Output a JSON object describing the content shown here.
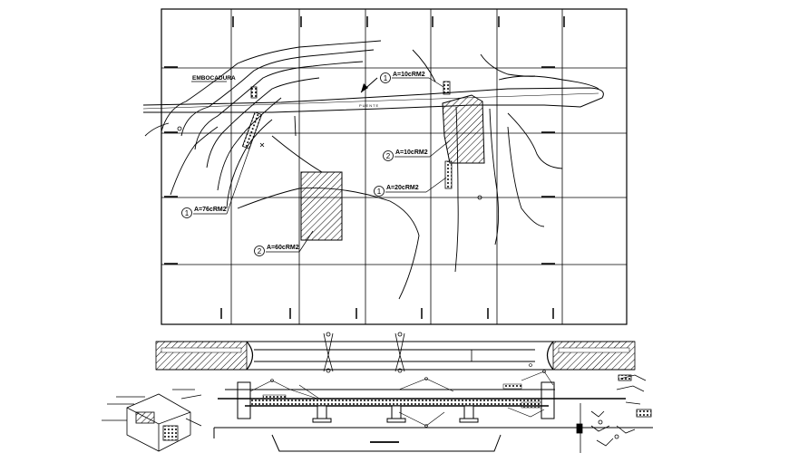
{
  "plan": {
    "label_embocadura": "EMBOCADURA",
    "label_puente": "PUENTE",
    "callouts": [
      {
        "number": "1",
        "text": "A=10cRM2"
      },
      {
        "number": "2",
        "text": "A=10cRM2"
      },
      {
        "number": "1",
        "text": "A=20cRM2"
      },
      {
        "number": "1",
        "text": "A=76cRM2"
      },
      {
        "number": "2",
        "text": "A=60cRM2"
      }
    ]
  },
  "colors": {
    "line": "#000000",
    "background": "#ffffff"
  },
  "icons": [
    "north-arrow-icon"
  ]
}
